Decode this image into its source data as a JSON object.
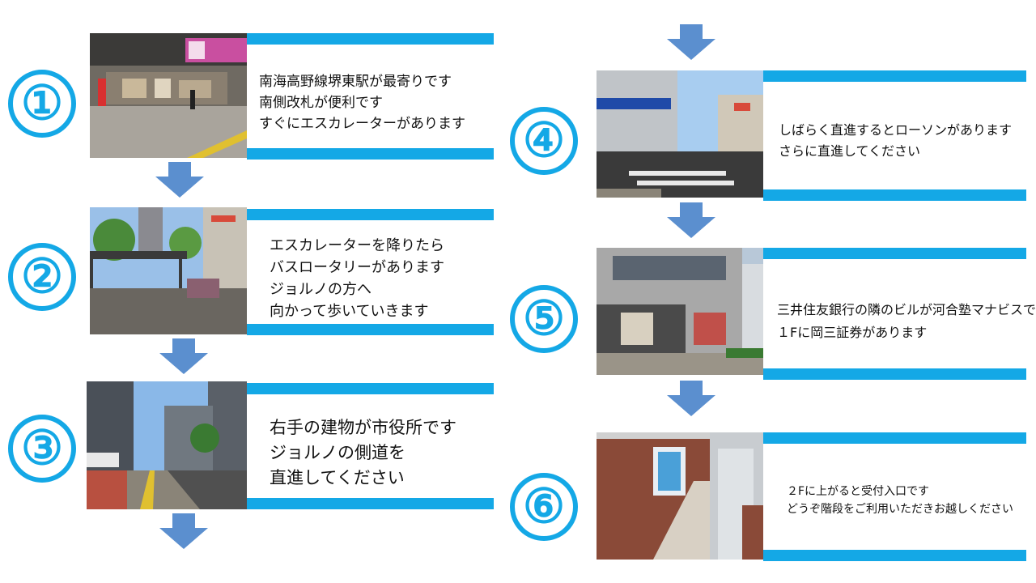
{
  "colors": {
    "accent": "#14a8e6",
    "arrow": "#5b8fcf"
  },
  "steps": [
    {
      "num": "①",
      "lines": [
        "南海高野線堺東駅が最寄りです",
        "南側改札が便利です",
        "すぐにエスカレーターがあります"
      ]
    },
    {
      "num": "②",
      "lines": [
        "エスカレーターを降りたら",
        "バスロータリーがあります",
        "ジョルノの方へ",
        "向かって歩いていきます"
      ]
    },
    {
      "num": "③",
      "lines": [
        "右手の建物が市役所です",
        "ジョルノの側道を",
        "直進してください"
      ]
    },
    {
      "num": "④",
      "lines": [
        "しばらく直進するとローソンがあります",
        "さらに直進してください"
      ]
    },
    {
      "num": "⑤",
      "lines": [
        "三井住友銀行の隣のビルが河合塾マナビスです",
        "１Fに岡三証券があります"
      ]
    },
    {
      "num": "⑥",
      "lines": [
        "２Fに上がると受付入口です",
        "どうぞ階段をご利用いただきお越しください"
      ]
    }
  ]
}
